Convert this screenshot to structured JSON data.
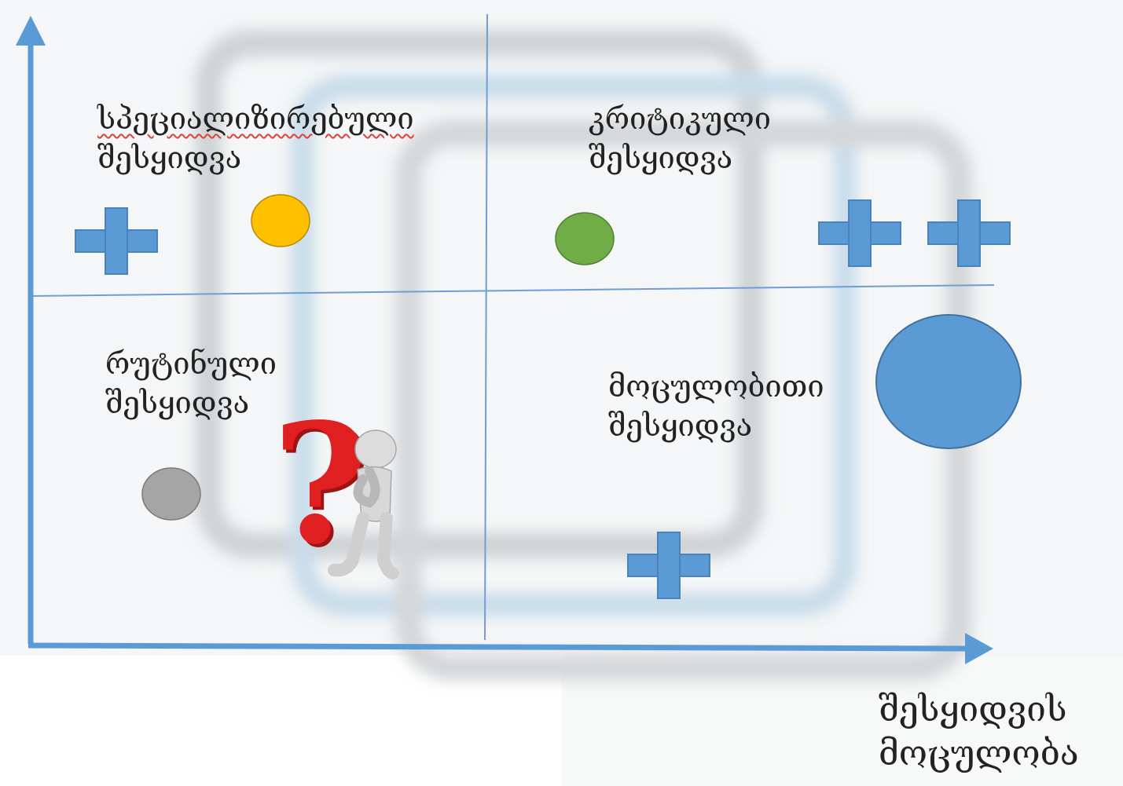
{
  "colors": {
    "axis": "#5b9bd5",
    "divider": "#6f9ed4",
    "plus": "#5b9bd5",
    "circle_yellow": "#ffc000",
    "circle_green": "#70ad47",
    "circle_gray": "#a5a5a5",
    "circle_blue": "#5b9bd5",
    "question_mark": "#e02020"
  },
  "quadrants": {
    "top_left": {
      "line1": "სპეციალიზირებული",
      "line2": "შესყიდვა"
    },
    "top_right": {
      "line1": "კრიტიკული",
      "line2": "შესყიდვა"
    },
    "bottom_left": {
      "line1": "რუტინული",
      "line2": "შესყიდვა"
    },
    "bottom_right": {
      "line1": "მოცულობითი",
      "line2": "შესყიდვა"
    }
  },
  "x_axis": {
    "line1": "შესყიდვის",
    "line2": "მოცულობა"
  },
  "icons": {
    "plus": "plus-icon",
    "thinking_figure": "thinking-person-icon",
    "question": "question-mark-icon"
  }
}
